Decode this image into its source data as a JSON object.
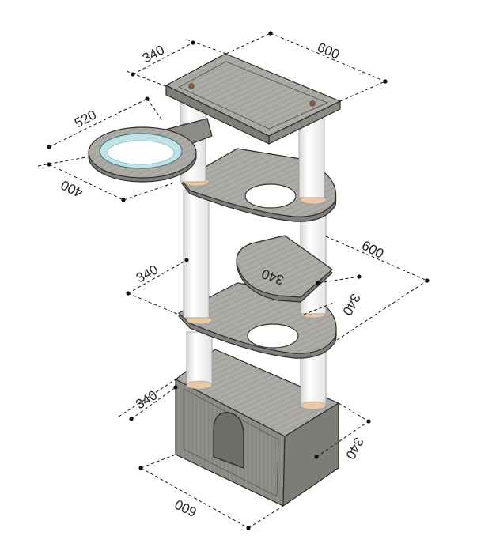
{
  "dimensions": {
    "top_depth": "340",
    "top_width": "600",
    "bowl_width": "520",
    "bowl_depth": "400",
    "mid_depth": "340",
    "mid_width": "600",
    "small_shelf": "340",
    "small_shelf_side": "340",
    "box_depth": "340",
    "box_width": "600",
    "box_side": "340"
  },
  "colors": {
    "wood_top": "#a9a8a3",
    "wood_side": "#7e7d78",
    "post": "#fbfbfb",
    "post_shade": "#d9d9d9",
    "ring": "#e9c9a6",
    "bowl": "#bfe3e6"
  }
}
